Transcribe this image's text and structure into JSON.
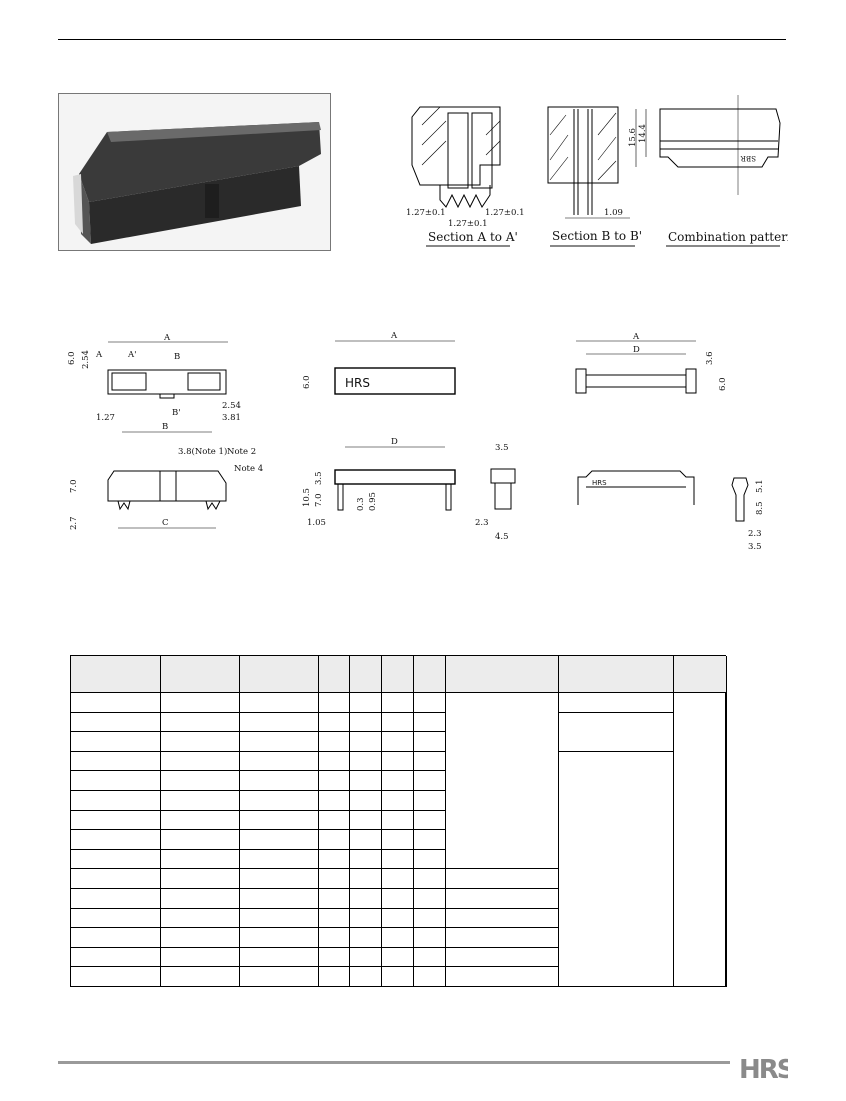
{
  "drawings": {
    "section_a": {
      "caption": "Section  A to A'",
      "dim_left": "1.27±0.1",
      "dim_center": "1.27±0.1",
      "dim_right": "1.27±0.1"
    },
    "section_b": {
      "caption": "Section  B to B'",
      "dim_pitch": "1.09"
    },
    "combination": {
      "caption": "Combination pattern",
      "dim_outer": "15.6",
      "dim_inner": "14.4",
      "marking": "SBR"
    },
    "header_top": {
      "A": "A",
      "B": "B",
      "A_mark": "A",
      "A_prime": "A'",
      "B_mark": "B",
      "B_prime": "B'",
      "h6": "6.0",
      "h254": "2.54",
      "w127": "1.27",
      "w254": "2.54",
      "w381": "3.81"
    },
    "header_side": {
      "note1": "3.8(Note 1)",
      "note2": "Note 2",
      "note4": "Note 4",
      "h7": "7.0",
      "h27": "2.7",
      "C": "C"
    },
    "cover_top": {
      "A": "A",
      "h6": "6.0",
      "logo": "HRS"
    },
    "cover_side": {
      "D": "D",
      "h105": "10.5",
      "h35": "3.5",
      "h70": "7.0",
      "d03": "0.3",
      "d095": "0.95",
      "w105": "1.05"
    },
    "cover_end": {
      "w35": "3.5",
      "w23": "2.3",
      "w45": "4.5"
    },
    "clip_top": {
      "A": "A",
      "D": "D",
      "h36": "3.6",
      "h6": "6.0"
    },
    "clip_side": {
      "logo": "HRS"
    },
    "clip_end": {
      "h51": "5.1",
      "h85": "8.5",
      "w23": "2.3",
      "w35": "3.5"
    }
  },
  "table": {
    "rows": 15,
    "columns": 10
  },
  "footer": {
    "logo": "HRS",
    "brand_color": "#8a8a8a"
  }
}
